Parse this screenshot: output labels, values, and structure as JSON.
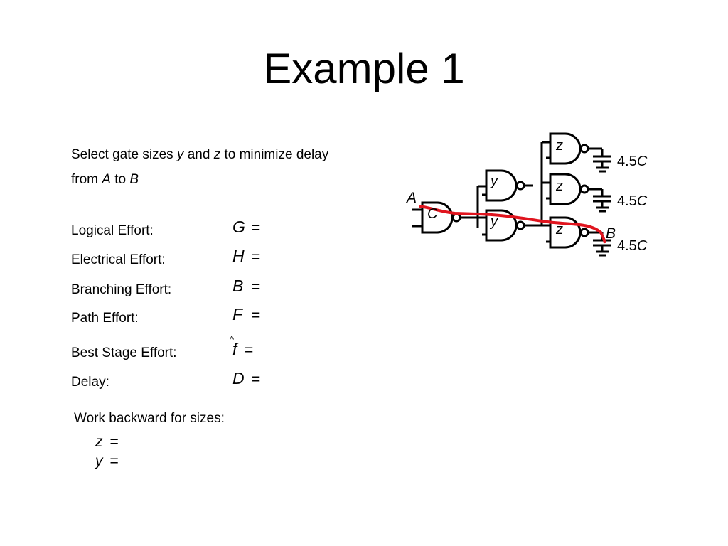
{
  "title": "Example 1",
  "problem": {
    "line1_pre": "Select gate sizes ",
    "var_y": "y",
    "line1_mid": " and ",
    "var_z": "z",
    "line1_post": " to minimize delay",
    "line2_pre": "from ",
    "var_a": "A",
    "line2_mid": " to ",
    "var_b": "B"
  },
  "efforts": [
    {
      "label": "Logical Effort:",
      "symbol": "G",
      "eq": "="
    },
    {
      "label": "Electrical Effort:",
      "symbol": "H",
      "eq": "="
    },
    {
      "label": "Branching Effort:",
      "symbol": "B",
      "eq": "="
    },
    {
      "label": "Path Effort:",
      "symbol": "F",
      "eq": "="
    },
    {
      "label": "Best Stage Effort:",
      "symbol": "f",
      "star": "^",
      "eq": "="
    },
    {
      "label": "Delay:",
      "symbol": "D",
      "eq": "="
    }
  ],
  "work": {
    "label": "Work backward for sizes:",
    "z_var": "z",
    "z_eq": "=",
    "y_var": "y",
    "y_eq": "="
  },
  "circuit": {
    "input_label": "A",
    "output_label": "B",
    "gate1_label": "C",
    "gate_y1_label": "y",
    "gate_y2_label": "y",
    "gate_z1_label": "z",
    "gate_z2_label": "z",
    "gate_z3_label": "z",
    "load1": "4.5",
    "load2": "4.5",
    "load3": "4.5",
    "load_unit": "C",
    "path_color": "#e0141e"
  }
}
